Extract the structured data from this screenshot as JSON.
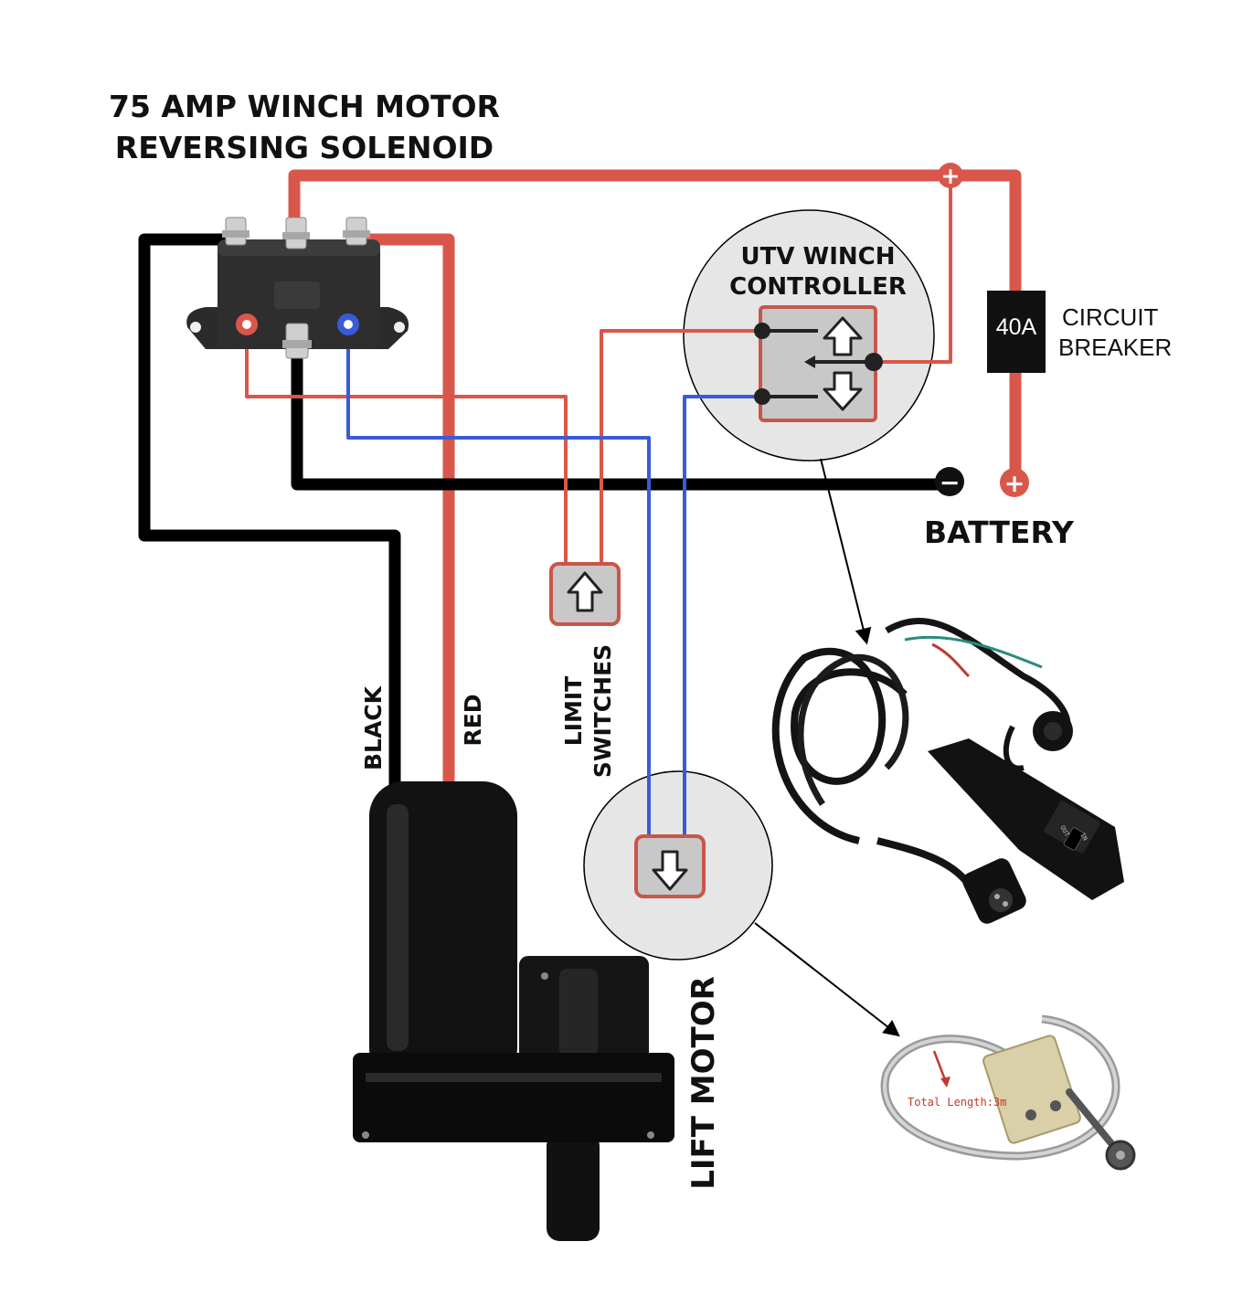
{
  "labels": {
    "solenoid_title_line1": "75 AMP WINCH MOTOR",
    "solenoid_title_line2": "REVERSING SOLENOID",
    "controller_line1": "UTV WINCH",
    "controller_line2": "CONTROLLER",
    "breaker_rating": "40A",
    "breaker_line1": "CIRCUIT",
    "breaker_line2": "BREAKER",
    "battery": "BATTERY",
    "wire_black": "BLACK",
    "wire_red": "RED",
    "limit_line1": "LIMIT",
    "limit_line2": "SWITCHES",
    "lift_motor": "LIFT MOTOR",
    "cable_length_note": "Total Length:3m",
    "switch_label_out": "OUT",
    "switch_label_in": "IN",
    "plus_sign": "+",
    "minus_sign": "−"
  },
  "colors": {
    "wire_red": "#d9574a",
    "wire_blue": "#3a5bd9",
    "wire_black": "#000000",
    "zoom_circle_fill": "#e6e6e6",
    "switch_fill": "#c8c8c8",
    "switch_border": "#c8564b"
  }
}
